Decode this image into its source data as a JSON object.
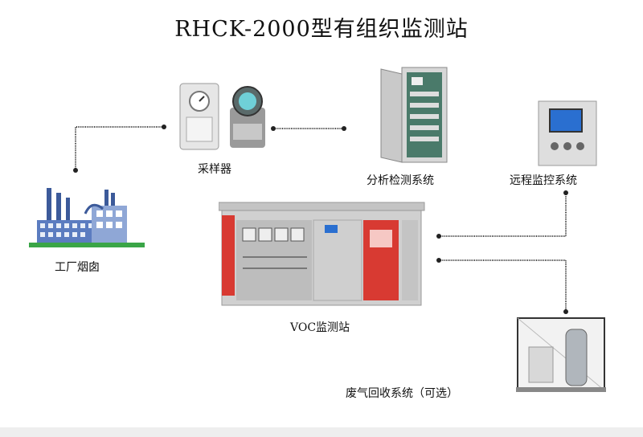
{
  "title": "RHCK-2000型有组织监测站",
  "nodes": {
    "sampler": {
      "label": "采样器",
      "icon": "sampler-icon"
    },
    "analysis": {
      "label": "分析检测系统",
      "icon": "cabinet-icon"
    },
    "remote": {
      "label": "远程监控系统",
      "icon": "control-panel-icon"
    },
    "factory": {
      "label": "工厂烟囱",
      "icon": "factory-chimney-icon"
    },
    "voc_station": {
      "label": "VOC监测站",
      "icon": "station-container-icon"
    },
    "recovery": {
      "label": "废气回收系统（可选）",
      "icon": "tank-icon"
    }
  },
  "colors": {
    "station_red": "#d83a32",
    "station_gray": "#b8b8b8",
    "factory_blue": "#3c5a9a",
    "factory_green": "#3aa547",
    "line": "#333333"
  }
}
